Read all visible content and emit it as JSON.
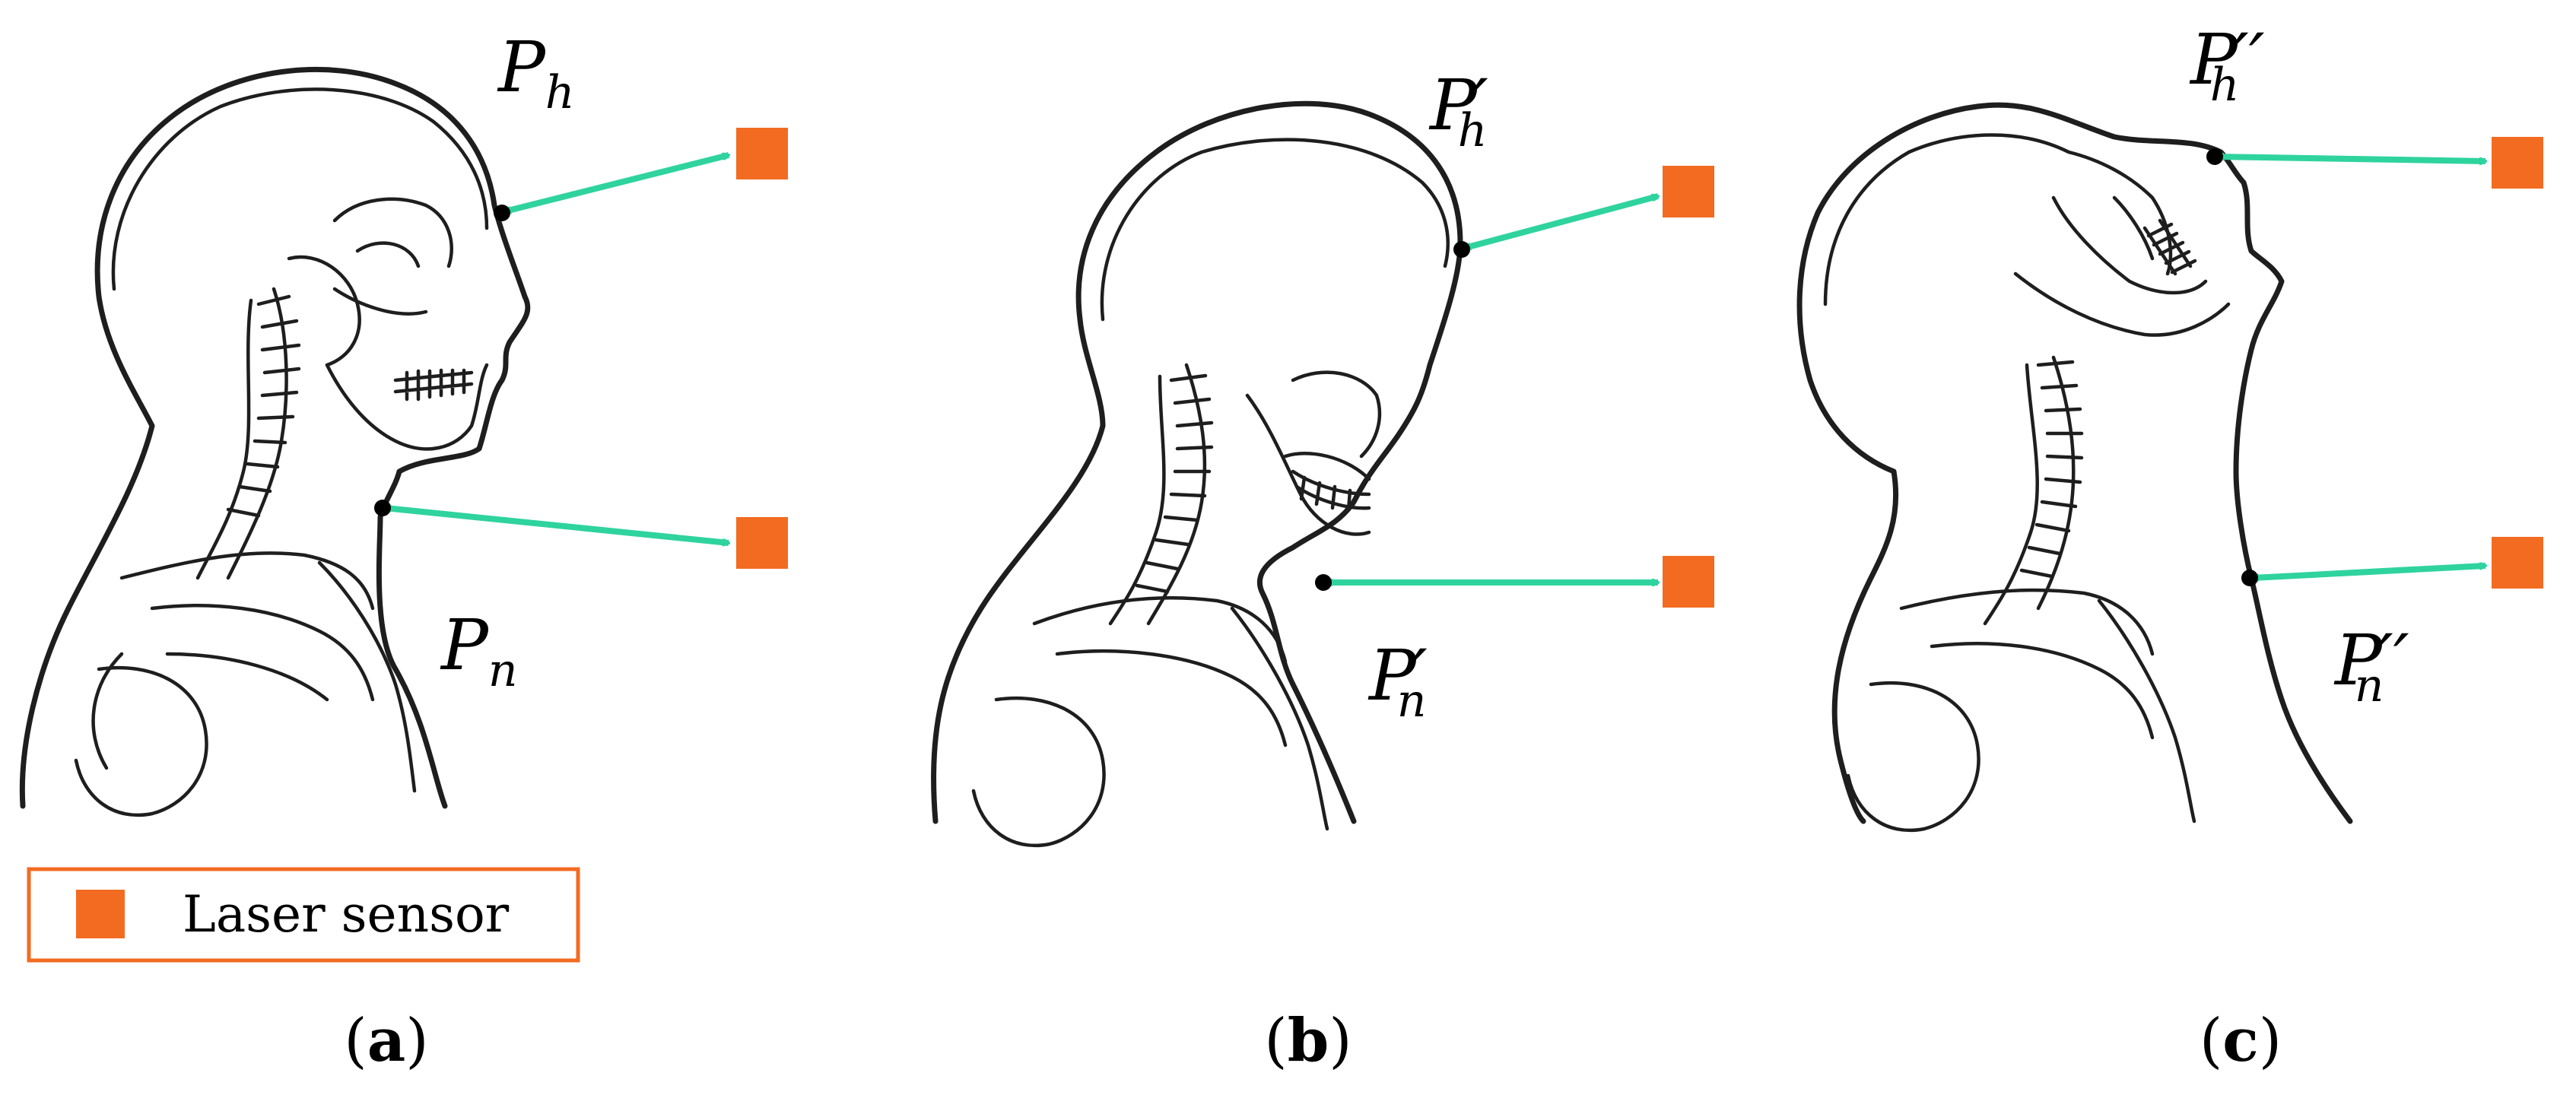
{
  "legend": {
    "label": "Laser sensor",
    "sensor_color": "#f26b21",
    "arrow_color": "#2fd39e"
  },
  "panels": [
    {
      "id": "a",
      "head_point": {
        "base": "P",
        "sub": "h",
        "prime": ""
      },
      "neck_point": {
        "base": "P",
        "sub": "n",
        "prime": ""
      },
      "caption": {
        "open": "(",
        "letter": "a",
        "close": ")"
      }
    },
    {
      "id": "b",
      "head_point": {
        "base": "P",
        "sub": "h",
        "prime": "′"
      },
      "neck_point": {
        "base": "P",
        "sub": "n",
        "prime": "′"
      },
      "caption": {
        "open": "(",
        "letter": "b",
        "close": ")"
      }
    },
    {
      "id": "c",
      "head_point": {
        "base": "P",
        "sub": "h",
        "prime": "′′"
      },
      "neck_point": {
        "base": "P",
        "sub": "n",
        "prime": "′′"
      },
      "caption": {
        "open": "(",
        "letter": "c",
        "close": ")"
      }
    }
  ]
}
